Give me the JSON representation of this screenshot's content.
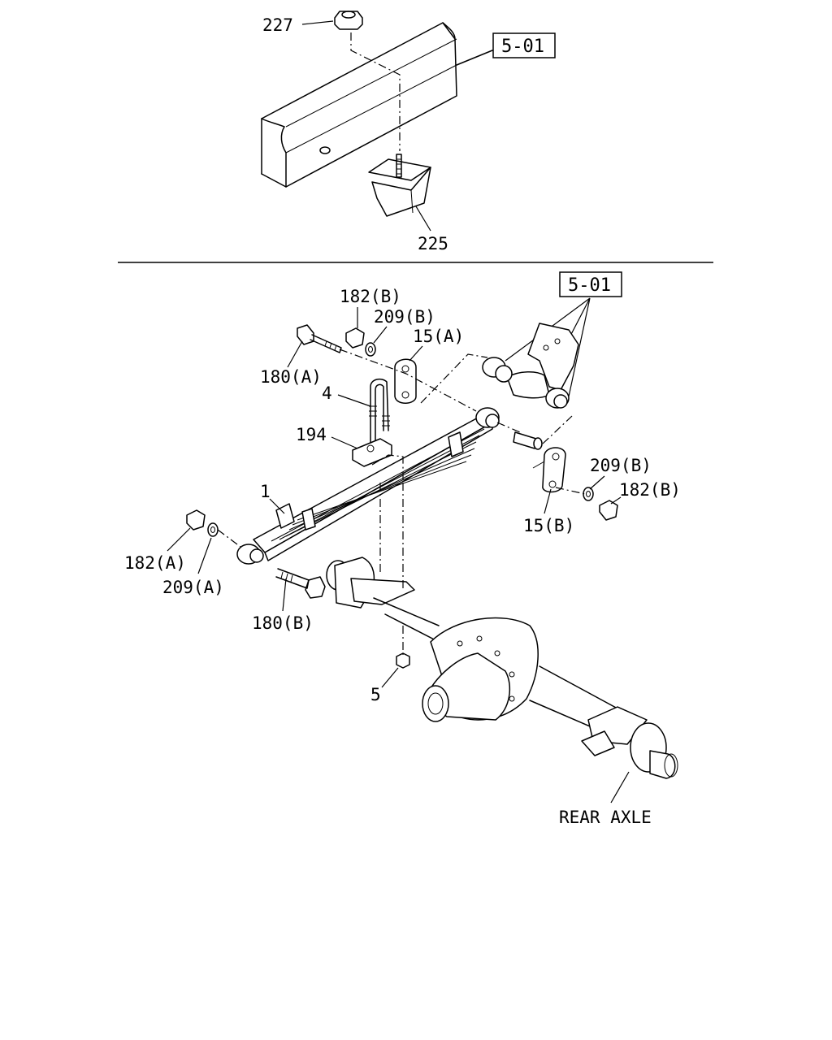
{
  "top_view": {
    "callouts": [
      "227",
      "225"
    ],
    "ref_box": "5-01"
  },
  "bottom_view": {
    "ref_box": "5-01",
    "callouts": [
      "182(B)",
      "209(B)",
      "15(A)",
      "180(A)",
      "4",
      "194",
      "1",
      "182(A)",
      "209(A)",
      "180(B)",
      "209(B)",
      "182(B)",
      "15(B)",
      "5"
    ],
    "assembly_label": "REAR AXLE"
  }
}
